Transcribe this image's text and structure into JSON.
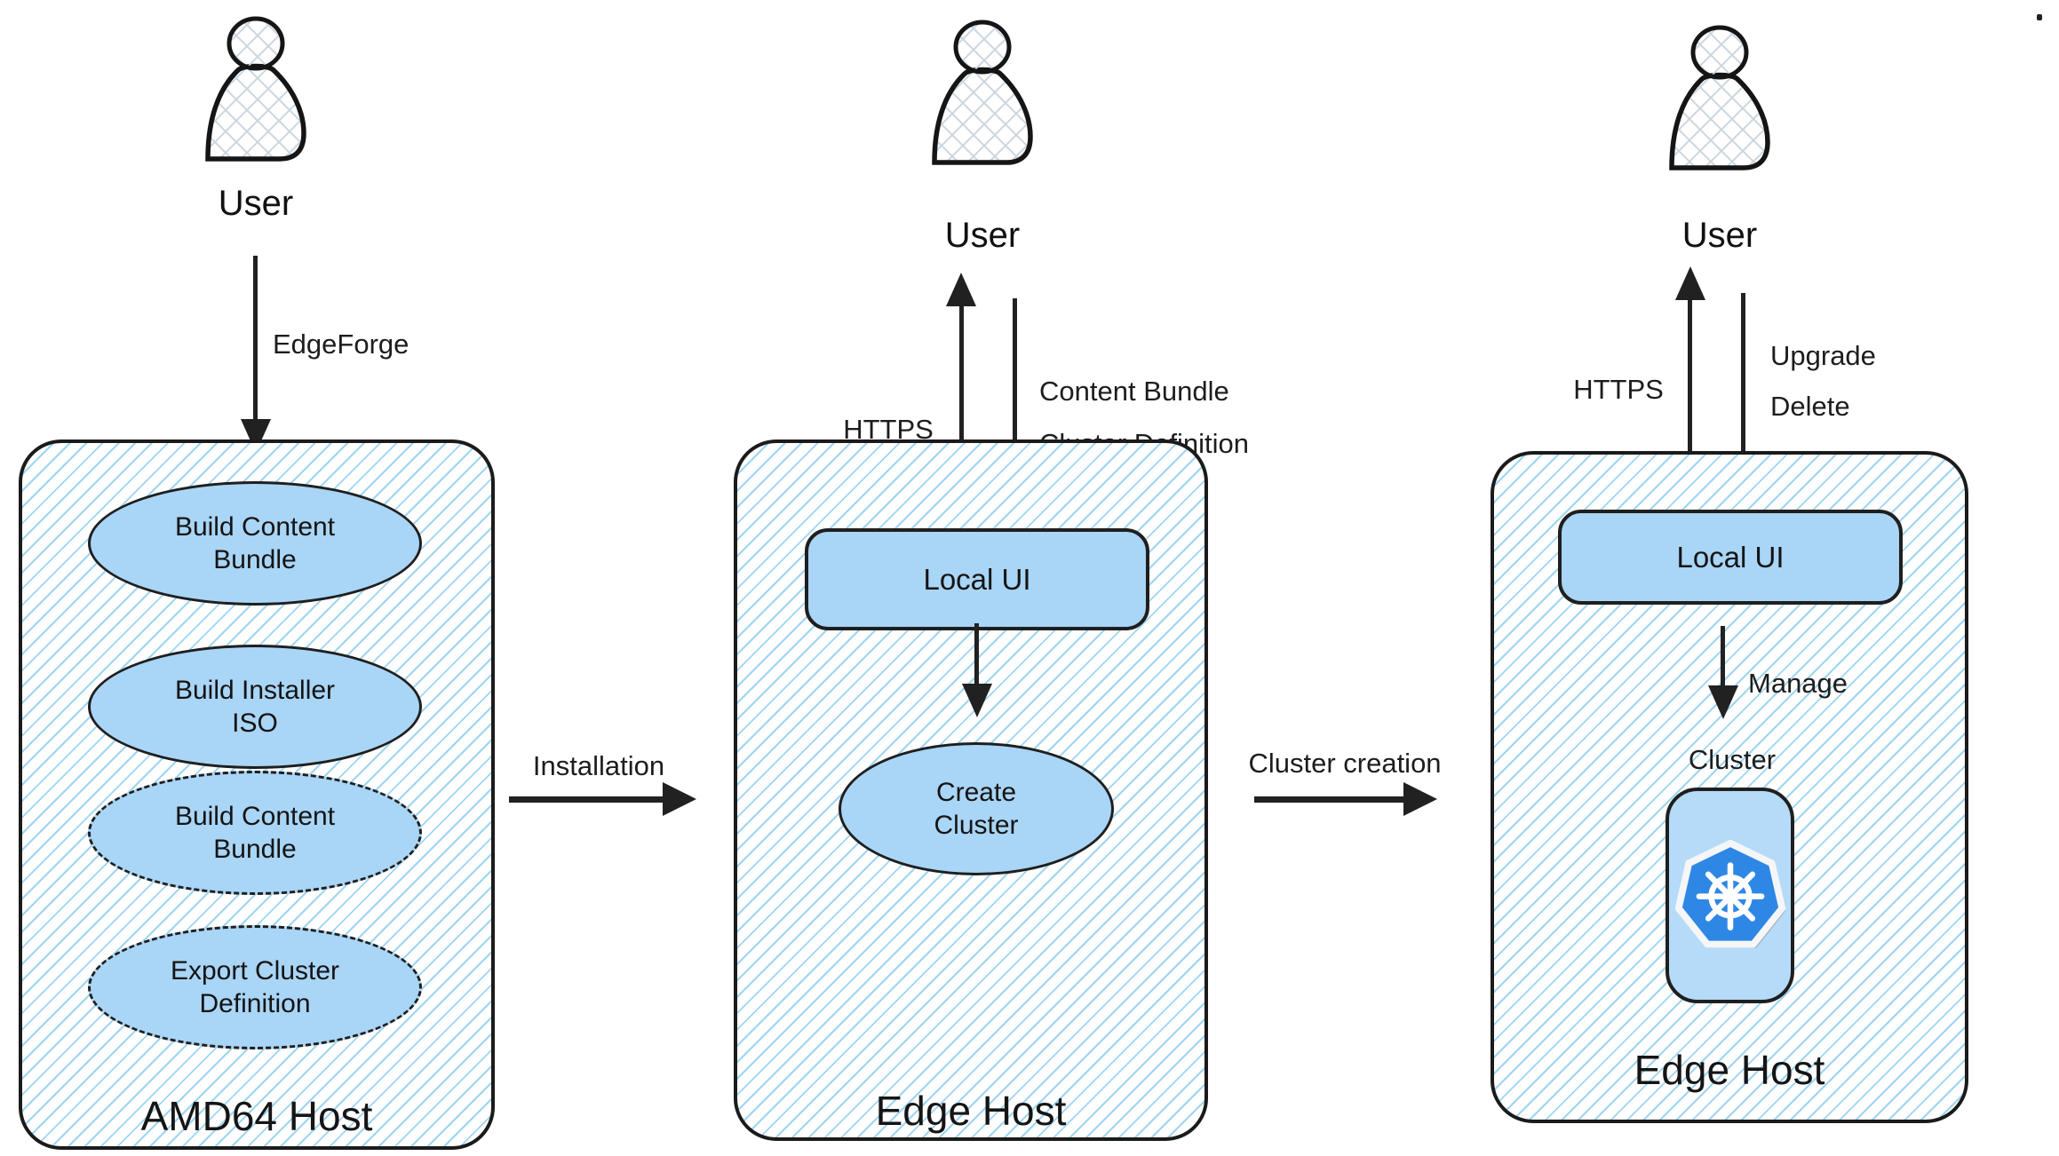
{
  "left": {
    "actor_label": "User",
    "flow_label": "EdgeForge",
    "host_title": "AMD64 Host",
    "nodes": [
      {
        "label": "Build Content Bundle",
        "style": "solid"
      },
      {
        "label": "Build Installer ISO",
        "style": "solid"
      },
      {
        "label": "Build Content Bundle",
        "style": "dashed"
      },
      {
        "label": "Export Cluster Definition",
        "style": "dashed"
      }
    ]
  },
  "middle": {
    "actor_label": "User",
    "up_arrow_label": "HTTPS",
    "down_arrow_label_line1": "Content Bundle",
    "down_arrow_label_line2": "Cluster Definition",
    "local_ui_label": "Local UI",
    "create_cluster_label": "Create Cluster",
    "host_title": "Edge Host"
  },
  "right": {
    "actor_label": "User",
    "up_arrow_label": "HTTPS",
    "down_arrow_label_line1": "Upgrade",
    "down_arrow_label_line2": "Delete",
    "local_ui_label": "Local UI",
    "manage_label": "Manage",
    "cluster_label": "Cluster",
    "host_title": "Edge Host"
  },
  "flows": {
    "installation_label": "Installation",
    "cluster_creation_label": "Cluster creation"
  },
  "icons": {
    "user": "user-silhouette-icon",
    "kubernetes": "kubernetes-logo"
  },
  "colors": {
    "node_fill": "#a9d5f6",
    "k8s_box_fill": "#b5dbf8",
    "hatch_line": "#9ed5f2",
    "outline": "#1b1b1b",
    "arrow": "#212121",
    "kubernetes_blue": "#2f87e5",
    "background": "#ffffff"
  }
}
